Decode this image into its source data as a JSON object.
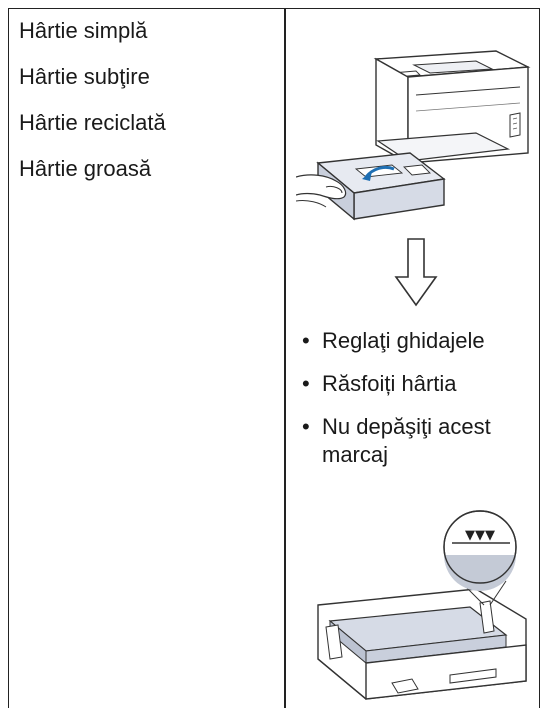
{
  "paper_types": [
    "Hârtie simplă",
    "Hârtie subţire",
    "Hârtie reciclată",
    "Hârtie groasă"
  ],
  "tips": {
    "bullet": "•",
    "items": [
      "Reglaţi ghidajele",
      "Răsfoiți hârtia",
      "Nu depăşiţi acest marcaj"
    ]
  },
  "illustrations": {
    "printer": "printer-pull-out-tray-illustration",
    "arrow": "down-arrow-icon",
    "tray": "paper-tray-max-mark-illustration"
  },
  "tray_mark": "▼▼▼",
  "colors": {
    "border": "#222222",
    "illustration_fill": "#d6dbe6",
    "mark_circle_fill": "#c4cad6"
  }
}
